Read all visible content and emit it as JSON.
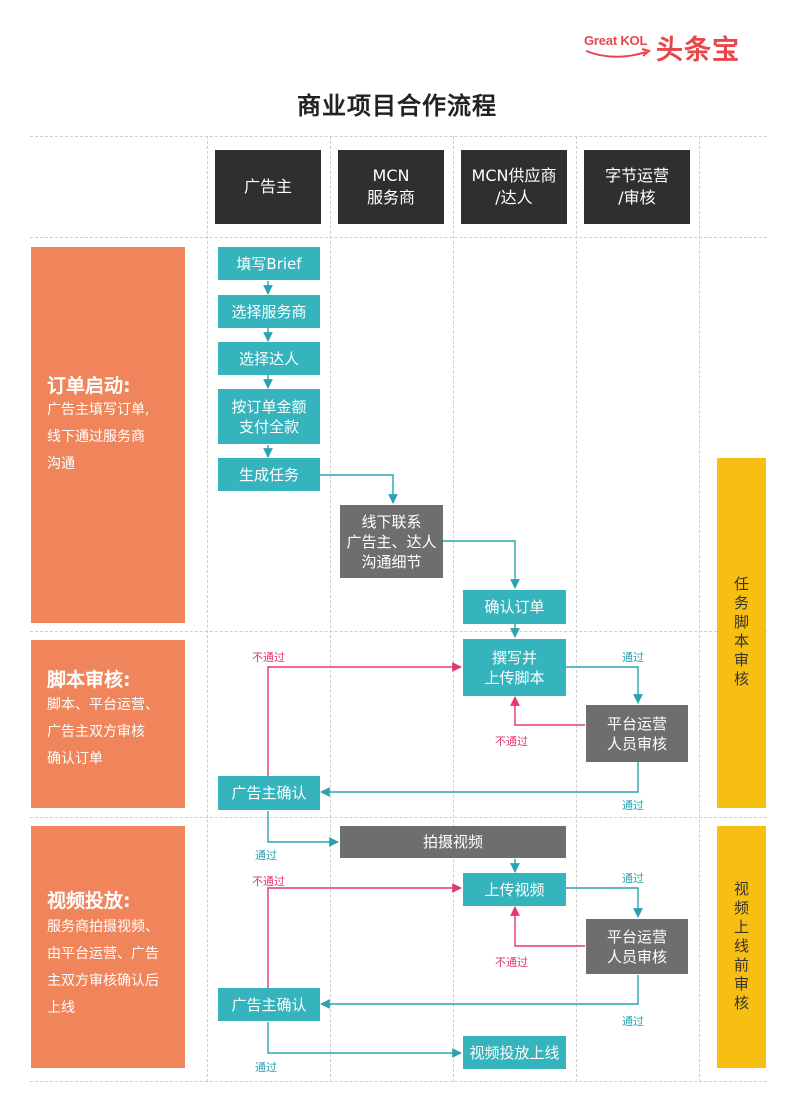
{
  "logo": {
    "great_kol": "Great KOL",
    "brand": "头条宝",
    "accent_color": "#e8474a"
  },
  "title": "商业项目合作流程",
  "columns": [
    "广告主",
    "MCN\n服务商",
    "MCN供应商\n/达人",
    "字节运营\n/审核"
  ],
  "phases": [
    {
      "title": "订单启动:",
      "desc": "广告主填写订单,\n线下通过服务商\n沟通"
    },
    {
      "title": "脚本审核:",
      "desc": "脚本、平台运营、\n广告主双方审核\n确认订单"
    },
    {
      "title": "视频投放:",
      "desc": "服务商拍摄视频、\n由平台运营、广告\n主双方审核确认后\n上线"
    }
  ],
  "side_labels": [
    "任务脚本审核",
    "视频上线前审核"
  ],
  "steps": {
    "fill_brief": "填写Brief",
    "select_agency": "选择服务商",
    "select_talent": "选择达人",
    "pay": "按订单金额\n支付全款",
    "create_task": "生成任务",
    "offline_contact": "线下联系\n广告主、达人\n沟通细节",
    "confirm_order": "确认订单",
    "write_script": "撰写并\n上传脚本",
    "platform_review_1": "平台运营\n人员审核",
    "advertiser_confirm_1": "广告主确认",
    "shoot_video": "拍摄视频",
    "upload_video": "上传视频",
    "platform_review_2": "平台运营\n人员审核",
    "advertiser_confirm_2": "广告主确认",
    "publish_video": "视频投放上线"
  },
  "labels": {
    "pass": "通过",
    "fail": "不通过"
  },
  "colors": {
    "header": "#2f2f2f",
    "phase": "#f0845a",
    "side": "#f7bf12",
    "step": "#35b4be",
    "agency_step": "#6e6e6e",
    "pass": "#2aa3b0",
    "fail": "#e3386c"
  }
}
